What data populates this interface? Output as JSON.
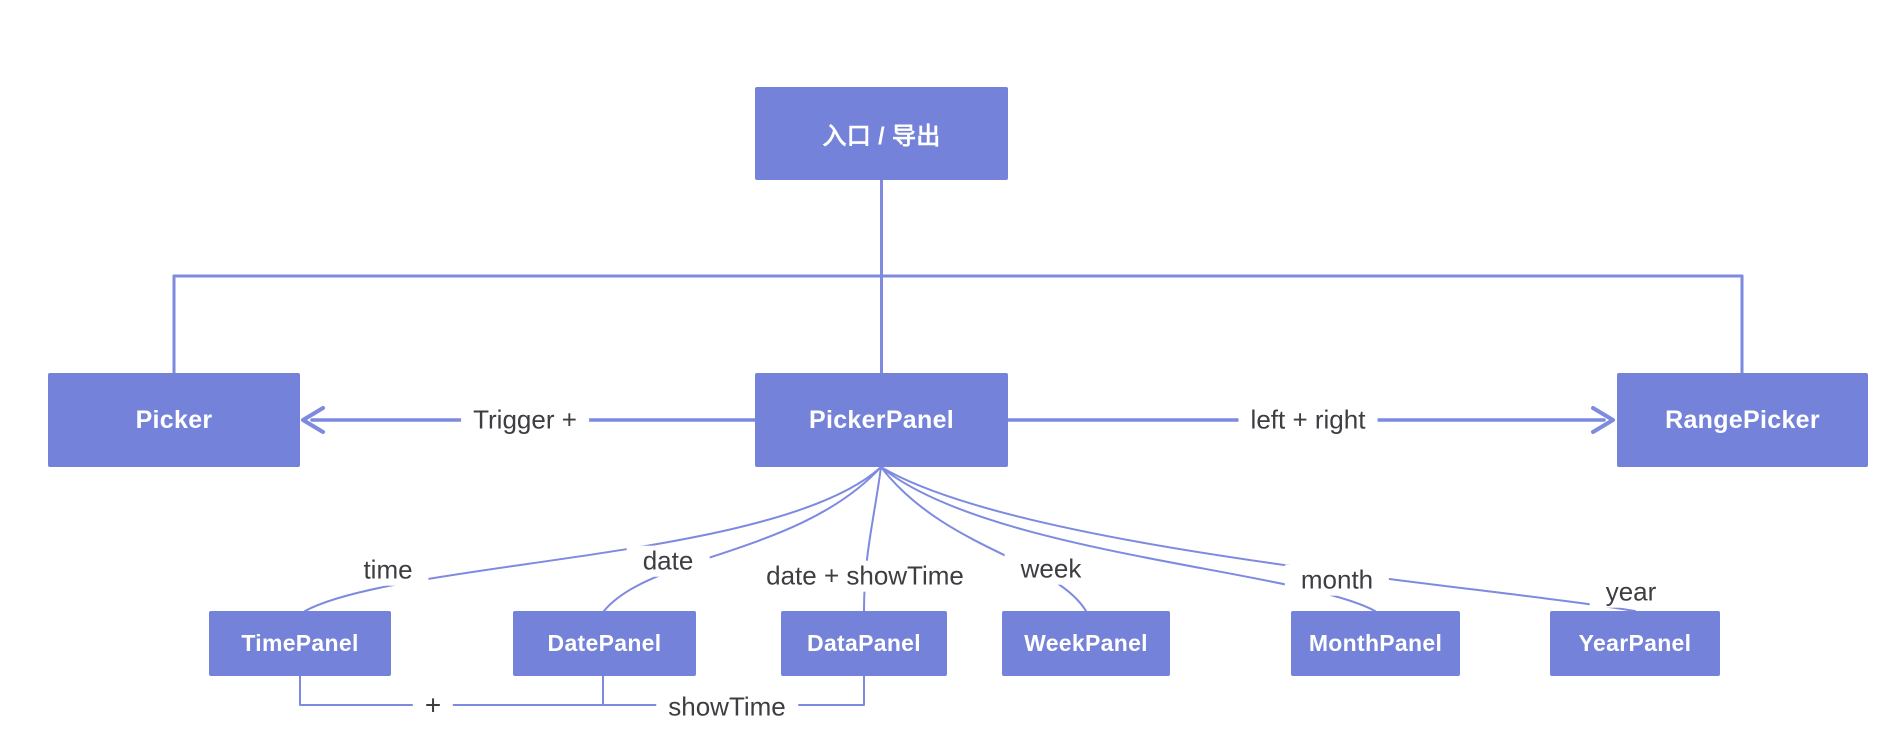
{
  "diagram": {
    "description": "Component architecture diagram of a date picker library",
    "colors": {
      "box_fill": "#7482d9",
      "box_text": "#ffffff",
      "line": "#7d8ae0",
      "label_text": "#3d3d42",
      "background": "#ffffff"
    },
    "nodes": {
      "entry": {
        "label": "入口 / 导出"
      },
      "picker": {
        "label": "Picker"
      },
      "picker_panel": {
        "label": "PickerPanel"
      },
      "range_picker": {
        "label": "RangePicker"
      },
      "time_panel": {
        "label": "TimePanel"
      },
      "date_panel": {
        "label": "DatePanel"
      },
      "data_panel": {
        "label": "DataPanel"
      },
      "week_panel": {
        "label": "WeekPanel"
      },
      "month_panel": {
        "label": "MonthPanel"
      },
      "year_panel": {
        "label": "YearPanel"
      }
    },
    "edge_labels": {
      "trigger": "Trigger +",
      "left_right": "left + right",
      "time": "time",
      "date": "date",
      "date_show_time": "date + showTime",
      "week": "week",
      "month": "month",
      "year": "year",
      "plus": "+",
      "show_time": "showTime"
    },
    "edges": [
      {
        "from": "entry",
        "to": "picker",
        "label": ""
      },
      {
        "from": "entry",
        "to": "picker_panel",
        "label": ""
      },
      {
        "from": "entry",
        "to": "range_picker",
        "label": ""
      },
      {
        "from": "picker_panel",
        "to": "picker",
        "label": "Trigger +",
        "arrow": true
      },
      {
        "from": "picker_panel",
        "to": "range_picker",
        "label": "left + right",
        "arrow": true
      },
      {
        "from": "picker_panel",
        "to": "time_panel",
        "label": "time"
      },
      {
        "from": "picker_panel",
        "to": "date_panel",
        "label": "date"
      },
      {
        "from": "picker_panel",
        "to": "data_panel",
        "label": "date + showTime"
      },
      {
        "from": "picker_panel",
        "to": "week_panel",
        "label": "week"
      },
      {
        "from": "picker_panel",
        "to": "month_panel",
        "label": "month"
      },
      {
        "from": "picker_panel",
        "to": "year_panel",
        "label": "year"
      },
      {
        "from": "time_panel",
        "to": "data_panel",
        "label": "+ showTime"
      }
    ]
  }
}
